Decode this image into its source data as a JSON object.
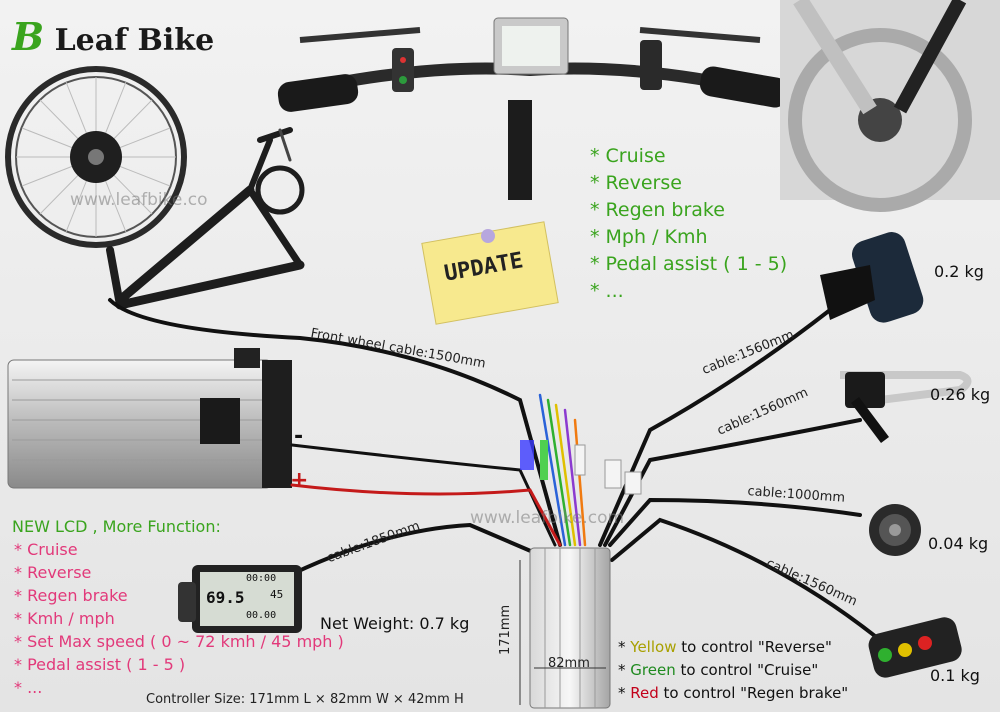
{
  "brand": {
    "logo_letter": "B",
    "name": "Leaf Bike"
  },
  "features_top": [
    "* Cruise",
    "* Reverse",
    "* Regen brake",
    "* Mph / Kmh",
    "* Pedal assist ( 1 - 5)",
    "* ..."
  ],
  "update_note": "UPDATE",
  "watermarks": [
    "www.leafbike.co",
    "www.leafbike.com"
  ],
  "cables": {
    "front_wheel": "Front wheel cable:1500mm",
    "throttle": "cable:1560mm",
    "brake": "cable:1560mm",
    "pas": "cable:1000mm",
    "switch": "cable:1560mm",
    "lcd": "cable:1850mm"
  },
  "weights": {
    "throttle": "0.2 kg",
    "brake": "0.26 kg",
    "pas": "0.04 kg",
    "switch": "0.1 kg",
    "lcd": "Net Weight: 0.7 kg"
  },
  "battery": {
    "minus": "-",
    "plus": "+"
  },
  "lcd": {
    "heading": "NEW LCD , More Function:",
    "items": [
      "* Cruise",
      "* Reverse",
      "* Regen brake",
      "* Kmh / mph",
      "* Set Max speed ( 0 ~ 72 kmh / 45 mph )",
      "* Pedal assist ( 1 - 5 )",
      "* ..."
    ],
    "screen_top": "00:00",
    "screen_speed": "69.5",
    "screen_small": "45",
    "screen_bottom": "00.00"
  },
  "controller": {
    "height_label": "171mm",
    "width_label": "82mm",
    "size_text": "Controller Size: 171mm L × 82mm W × 42mm H"
  },
  "legend": [
    {
      "star": "* ",
      "color_word": "Yellow",
      "rest": " to control \"Reverse\""
    },
    {
      "star": "* ",
      "color_word": "Green",
      "rest": " to control \"Cruise\""
    },
    {
      "star": "* ",
      "color_word": "Red",
      "rest": " to control \"Regen brake\""
    }
  ],
  "colors": {
    "accent_green": "#3aa41e",
    "pink": "#e2397a",
    "yellow": "#a8a000",
    "red": "#c2001a"
  }
}
